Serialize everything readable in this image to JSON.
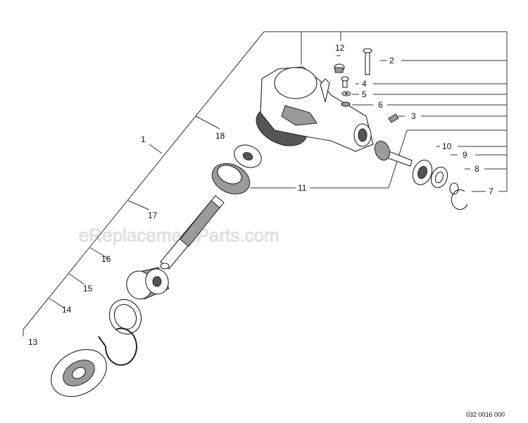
{
  "watermark": "eReplacementParts.com",
  "diagram_code": "032 0016 000",
  "callouts": {
    "c1": "1",
    "c2": "2",
    "c3": "3",
    "c4": "4",
    "c5": "5",
    "c6": "6",
    "c7": "7",
    "c8": "8",
    "c9": "9",
    "c10": "10",
    "c11": "11",
    "c12": "12",
    "c13": "13",
    "c14": "14",
    "c15": "15",
    "c16": "16",
    "c17": "17",
    "c18": "18"
  }
}
